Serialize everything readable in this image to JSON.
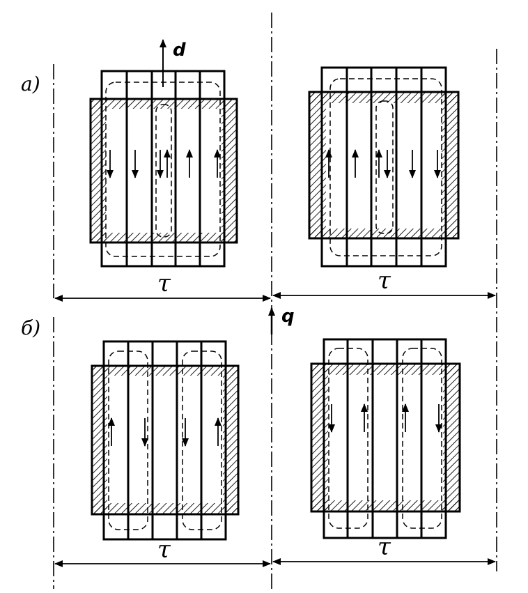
{
  "labels": {
    "panel_a": "а)",
    "panel_b": "б)",
    "axis_d": "d",
    "axis_q": "q",
    "tau": "τ"
  },
  "colors": {
    "ink": "#000000",
    "background": "#ffffff"
  }
}
